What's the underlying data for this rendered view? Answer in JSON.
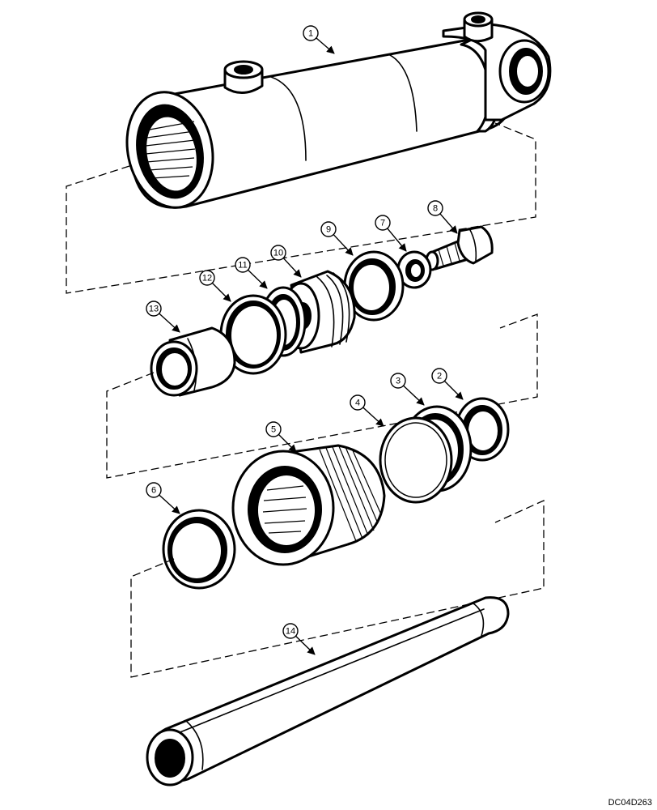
{
  "drawing_code": "DC04D263",
  "callouts": [
    {
      "id": "callout-1",
      "label": "1"
    },
    {
      "id": "callout-2",
      "label": "2"
    },
    {
      "id": "callout-3",
      "label": "3"
    },
    {
      "id": "callout-4",
      "label": "4"
    },
    {
      "id": "callout-5",
      "label": "5"
    },
    {
      "id": "callout-6",
      "label": "6"
    },
    {
      "id": "callout-7",
      "label": "7"
    },
    {
      "id": "callout-8",
      "label": "8"
    },
    {
      "id": "callout-9",
      "label": "9"
    },
    {
      "id": "callout-10",
      "label": "10"
    },
    {
      "id": "callout-11",
      "label": "11"
    },
    {
      "id": "callout-12",
      "label": "12"
    },
    {
      "id": "callout-13",
      "label": "13"
    },
    {
      "id": "callout-14",
      "label": "14"
    }
  ]
}
